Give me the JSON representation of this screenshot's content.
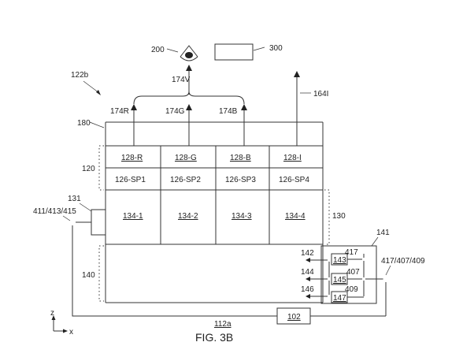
{
  "figure": {
    "caption": "FIG. 3B",
    "axis": {
      "z": "z",
      "x": "x"
    },
    "top": {
      "viewer_ref": "200",
      "box_ref": "300",
      "ref_174V": "174V",
      "ref_164I": "164I"
    },
    "assembly_ref": "122b",
    "emission_refs": {
      "r": "174R",
      "g": "174G",
      "b": "174B"
    },
    "layer_refs": {
      "cover": "180",
      "filter": "120",
      "subpixel_layer": "130",
      "backplane": "140"
    },
    "filters": [
      "128-R",
      "128-G",
      "128-B",
      "128-I"
    ],
    "subpixels": [
      "126-SP1",
      "126-SP2",
      "126-SP3",
      "126-SP4"
    ],
    "drivers": [
      "134-1",
      "134-2",
      "134-3",
      "134-4"
    ],
    "connector": {
      "ref": "131",
      "signal_refs": "411/413/415"
    },
    "circuit": {
      "ref": "141",
      "signal_refs": "417/407/409",
      "blocks": [
        "143",
        "145",
        "147"
      ],
      "outputs": [
        "142",
        "144",
        "146"
      ],
      "inner_refs": [
        "417",
        "407",
        "409"
      ]
    },
    "controller_ref": "102",
    "bus_ref": "112a"
  }
}
